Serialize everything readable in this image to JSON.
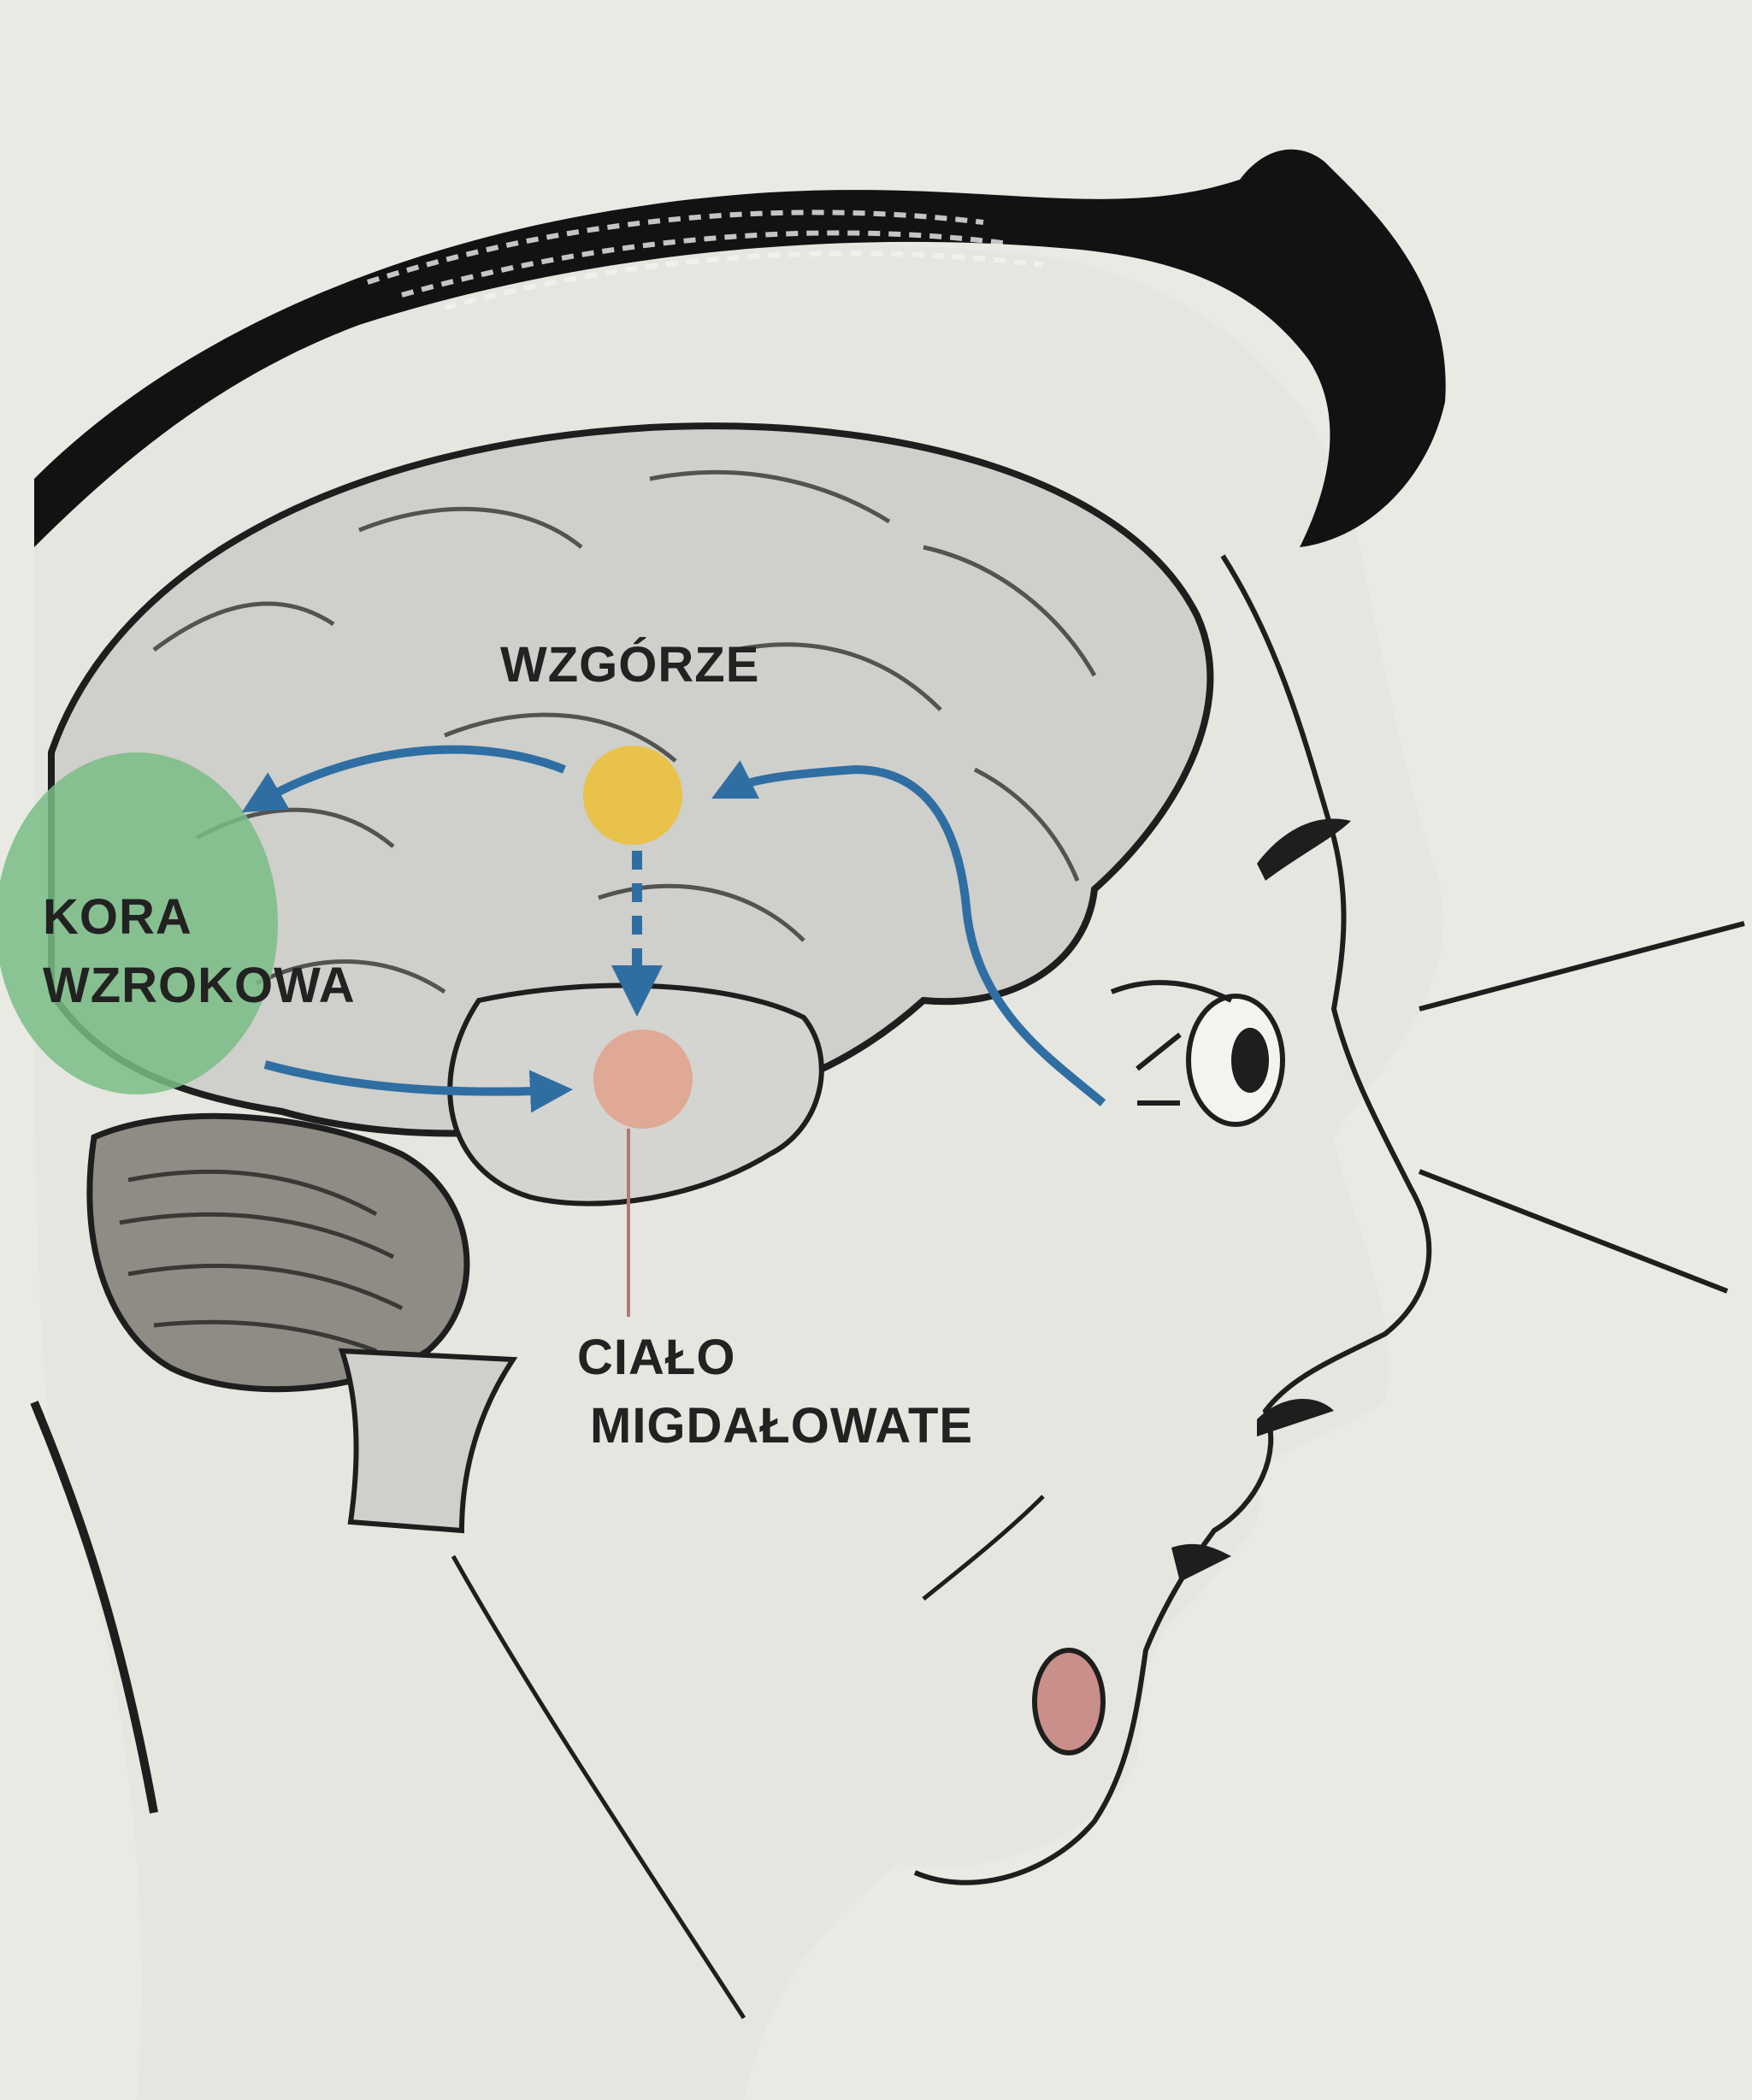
{
  "colors": {
    "background": "#e9eae4",
    "hair": "#121212",
    "outline": "#1e1e1e",
    "brain_fill": "#cfcfcb",
    "cerebellum": "#8f8c86",
    "visual_cortex": "#79bd86",
    "thalamus": "#e8c24a",
    "amygdala": "#e0a996",
    "arrow": "#2f6ea3",
    "leader_line": "#b07a74",
    "skin": "#e6e6e0",
    "label_text": "#222222"
  },
  "labels": {
    "thalamus": "WZGÓRZE",
    "visual_cortex_line1": "KORA",
    "visual_cortex_line2": "WZROKOWA",
    "amygdala_line1": "CIAŁO",
    "amygdala_line2": "MIGDAŁOWATE"
  },
  "pathways": [
    {
      "from": "eye",
      "to": "thalamus",
      "style": "solid"
    },
    {
      "from": "thalamus",
      "to": "visual_cortex",
      "style": "solid"
    },
    {
      "from": "visual_cortex",
      "to": "amygdala",
      "style": "solid"
    },
    {
      "from": "thalamus",
      "to": "amygdala",
      "style": "dotted"
    }
  ]
}
